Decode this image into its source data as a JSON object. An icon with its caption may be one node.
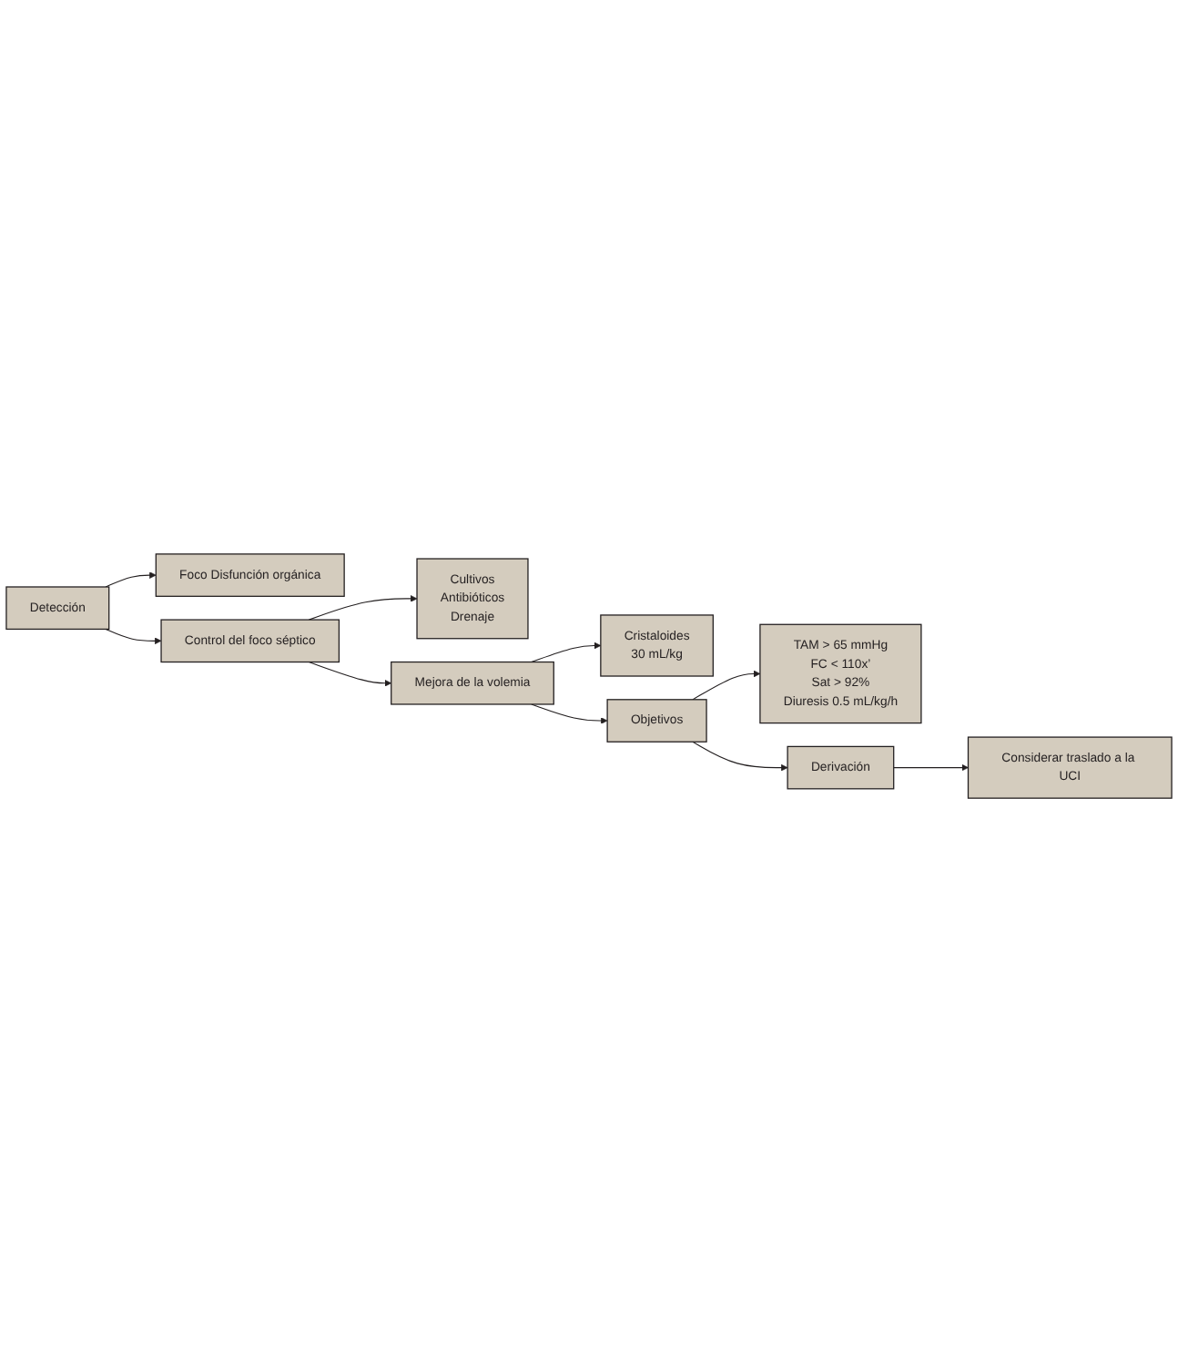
{
  "diagram": {
    "nodes": [
      {
        "text": [
          "Detección"
        ]
      },
      {
        "text": [
          "Foco Disfunción orgánica"
        ]
      },
      {
        "text": [
          "Control del foco séptico"
        ]
      },
      {
        "text": [
          "Cultivos",
          "Antibióticos",
          "Drenaje"
        ]
      },
      {
        "text": [
          "Mejora de la volemia"
        ]
      },
      {
        "text": [
          "Cristaloides",
          "30 mL/kg"
        ]
      },
      {
        "text": [
          "Objetivos"
        ]
      },
      {
        "text": [
          "TAM > 65 mmHg",
          "FC < 110x’",
          "Sat > 92%",
          "Diuresis 0.5 mL/kg/h"
        ]
      },
      {
        "text": [
          "Derivación"
        ]
      },
      {
        "text": [
          "Considerar traslado a la UCI"
        ]
      }
    ],
    "edges": [
      {
        "from": 0,
        "to": 1,
        "arrow": "to"
      },
      {
        "from": 0,
        "to": 2,
        "arrow": "to"
      },
      {
        "from": 2,
        "to": 3,
        "arrow": "to"
      },
      {
        "from": 2,
        "to": 4,
        "arrow": "to"
      },
      {
        "from": 4,
        "to": 5,
        "arrow": "to"
      },
      {
        "from": 4,
        "to": 6,
        "arrow": "to"
      },
      {
        "from": 6,
        "to": 7,
        "arrow": "to"
      },
      {
        "from": 6,
        "to": 8,
        "arrow": "to"
      },
      {
        "from": 8,
        "to": 9,
        "arrow": "to"
      }
    ]
  }
}
